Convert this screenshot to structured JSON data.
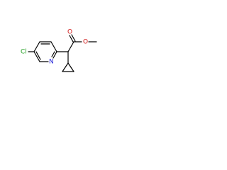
{
  "molecule": {
    "atoms": [
      {
        "id": "cl",
        "label": "Cl",
        "color": "#1f9e1f"
      },
      {
        "id": "n",
        "label": "N",
        "color": "#2323d8"
      },
      {
        "id": "o_carbonyl",
        "label": "O",
        "color": "#d01818"
      },
      {
        "id": "o_ester",
        "label": "O",
        "color": "#d01818"
      }
    ],
    "bond_color": "#000000"
  }
}
